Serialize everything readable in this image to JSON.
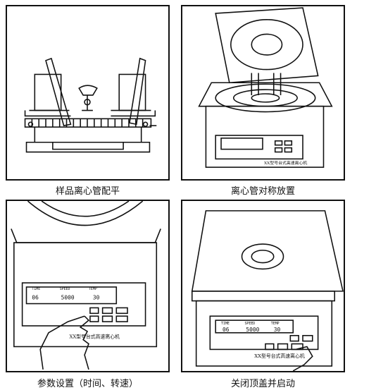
{
  "steps": [
    {
      "caption": "样品离心管配平"
    },
    {
      "caption": "离心管对称放置",
      "brand": "XX型号台式高速离心机"
    },
    {
      "caption": "参数设置（时间、转速）",
      "brand": "XX型号台式高速离心机",
      "display": {
        "time": "06",
        "speed": "5000",
        "temp": "30"
      }
    },
    {
      "caption": "关闭顶盖并启动",
      "brand": "XX型号台式高速离心机",
      "display": {
        "time": "06",
        "speed": "5000",
        "temp": "30"
      }
    }
  ],
  "icons": [
    "balance-icon",
    "centrifuge-open-lid-icon",
    "hand-pointer-icon",
    "centrifuge-closed-lid-icon"
  ]
}
